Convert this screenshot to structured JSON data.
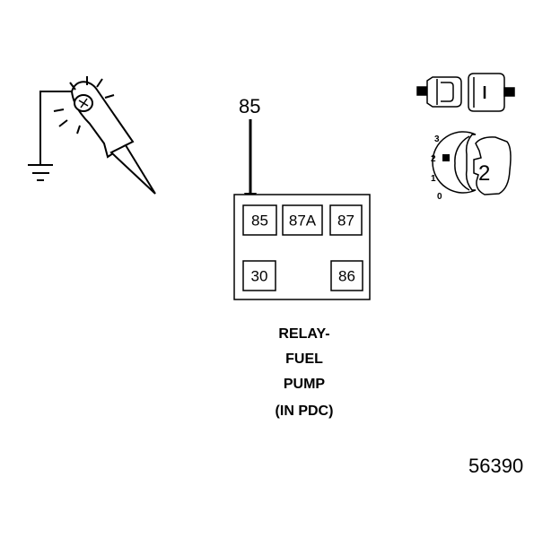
{
  "callout_label": "85",
  "relay": {
    "pins": [
      "85",
      "87A",
      "87",
      "30",
      "86"
    ]
  },
  "caption": {
    "line1": "RELAY-",
    "line2": "FUEL",
    "line3": "PUMP",
    "line4": "(IN PDC)"
  },
  "ignition": {
    "positions": [
      "3",
      "2",
      "1",
      "0"
    ],
    "key_label": "2"
  },
  "figure_number": "56390"
}
